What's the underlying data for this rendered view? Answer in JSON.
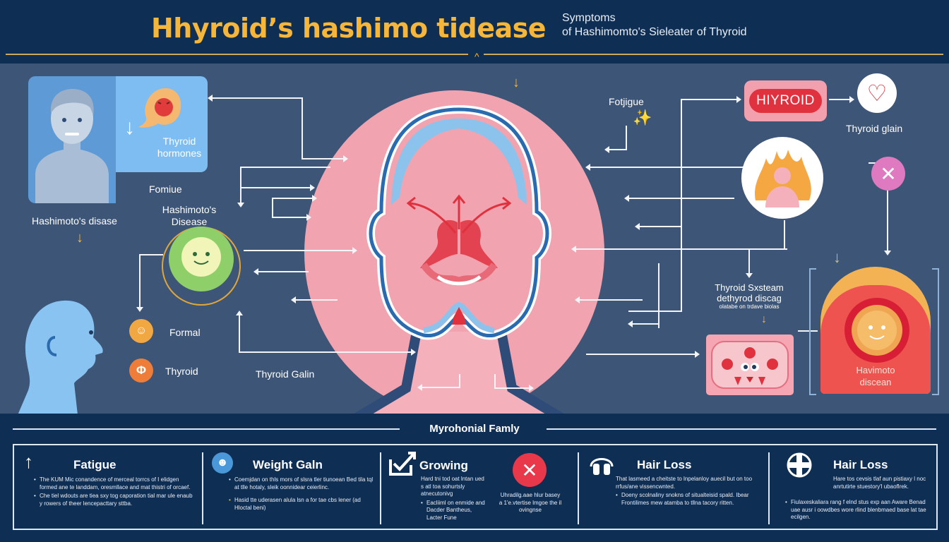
{
  "header": {
    "title": "Hhyroid’s hashimo tidease",
    "subtitle_line1": "Symptoms",
    "subtitle_line2": "of Hashimomto's Sieleater of Thyroid"
  },
  "colors": {
    "header_bg": "#0f2e53",
    "main_bg": "#3d5577",
    "accent_gold": "#f5b63a",
    "pink": "#f2a3b0",
    "red": "#e0313f",
    "light_blue": "#7dbdf1"
  },
  "diagram": {
    "left": {
      "hormone_card_label_1": "Thyroid",
      "hormone_card_label_2": "hormones",
      "fomiue_label": "Fomiue",
      "hashimoto_disease_label": "Hashimoto's disase",
      "hashimoto_center_label_1": "Hashimoto's",
      "hashimoto_center_label_2": "Disease",
      "formal_label": "Formal",
      "thyroid_label": "Thyroid",
      "thyroid_gain_label": "Thyroid Galin"
    },
    "right": {
      "fatigue_label": "Fotjigue",
      "hyroid_badge": "HIYROID",
      "thyroid_glain_label": "Thyroid glain",
      "system_label_1": "Thyroid Sxsteam",
      "system_label_2": "dethyrod discag",
      "system_label_3": "olatabe on trdave biolas",
      "havimoto_label_1": "Havimoto",
      "havimoto_label_2": "discean"
    },
    "icons": {
      "person_portrait": "person-portrait-icon",
      "hormone_blob": "smiling-hormone-icon",
      "thyroid_cell": "green-thyroid-cell-icon",
      "formal": "person-outline-icon",
      "thyroid": "stethoscope-icon",
      "head_profile": "head-profile-icon",
      "central_head": "thyroid-head-diagram-icon",
      "heart": "heart-icon",
      "flame_person": "flame-person-icon",
      "close": "close-icon",
      "thyroid_tile": "thyroid-tissue-icon",
      "sun_face": "inflamed-gland-icon"
    }
  },
  "bottom": {
    "section_title": "Myrohonial Famly",
    "columns": [
      {
        "icon": "arrow-up-icon",
        "title": "Fatigue",
        "bullets": [
          "The KUM Mic conandence of merceal torrcs of I elidgen formed ane te landdam, oresmllace and mat thistri of orcaef.",
          "Che tiel wdouts are tiea sxy tog caporation tial mar ule enaub y rowers of theer lencepacttary sttba."
        ]
      },
      {
        "icon": "user-icon",
        "title": "Weight Galn",
        "bullets": [
          "Coemjdan on thls mors of slsra tler tiunoean Bed tila tql at tlle hotaly, sleik oonnidear ceierlinc.",
          "Hasid tte uderasen alula lsn a for tae cbs lener (ad Hloctal beni)"
        ]
      },
      {
        "icon": "chart-check-icon",
        "title": "Growing",
        "intro": "Hard tni tod oat lntan ued s atl toa sohurtsly atnecutonivg",
        "bullets": [
          "Eacliiml on enmide and Dacder Bantheus, Lacter Fune"
        ],
        "side_icon": "close-circle-icon",
        "side_text": "Uhradilg.aae hlur basey a 1'e.vtertise lmgoe the il ovingnse"
      },
      {
        "icon": "headphones-icon",
        "title": "Hair Loss",
        "intro": "That lasmeed a cheitste to lnpelanloy auecil but on too rrfus/ane vissencwnted.",
        "bullets": [
          "Doeny scolnaliny snokns of situalteisid spald. Ibear Frontilimes mew atamba to tllna tacory ritten."
        ]
      },
      {
        "icon": "crosshair-plus-icon",
        "title": "Hair Loss",
        "intro": "Hare tos cevsis tlaf aun pistiaxy l noc anrtutirte stuestory'l ubaoflrek.",
        "bullets": [
          "Fiulaxeskaliara rang f elnd stus exp aan Aware Benad uae ausr i oowdbes wore rlind blenbmaed base lat tae ecilgen."
        ]
      }
    ]
  }
}
